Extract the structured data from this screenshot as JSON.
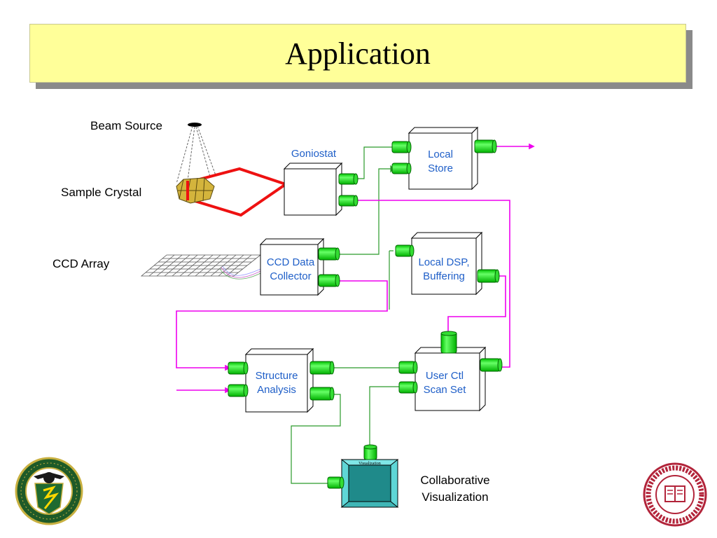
{
  "slide": {
    "title": "Application"
  },
  "labels": {
    "beam_source": "Beam Source",
    "sample_crystal": "Sample Crystal",
    "ccd_array": "CCD Array",
    "collaborative_visualization": [
      "Collaborative",
      "Visualization"
    ]
  },
  "components": {
    "goniostat": "Goniostat",
    "local_store": [
      "Local",
      "Store"
    ],
    "ccd_data_collector": [
      "CCD Data",
      "Collector"
    ],
    "local_dsp": [
      "Local DSP,",
      "Buffering"
    ],
    "structure_analysis": [
      "Structure",
      "Analysis"
    ],
    "user_ctl": [
      "User Ctl",
      "Scan Set"
    ],
    "screen_caption": "Visualization"
  },
  "colors": {
    "title_bg": "#ffff99",
    "component_text": "#1f5fc8",
    "connector": "#00ee00",
    "data_link": "#ee00ee",
    "control_link": "#2a9a2a",
    "beam": "#ee1111",
    "crystal": "#d4b43c",
    "screen_bezel": "#5fd6d6",
    "screen_face": "#1f8a8a",
    "doe_seal": "#1e5a28",
    "iu_seal": "#b2243a"
  },
  "icons": {
    "left_logo": "department-of-energy-seal-icon",
    "right_logo": "indiana-university-seal-icon"
  }
}
